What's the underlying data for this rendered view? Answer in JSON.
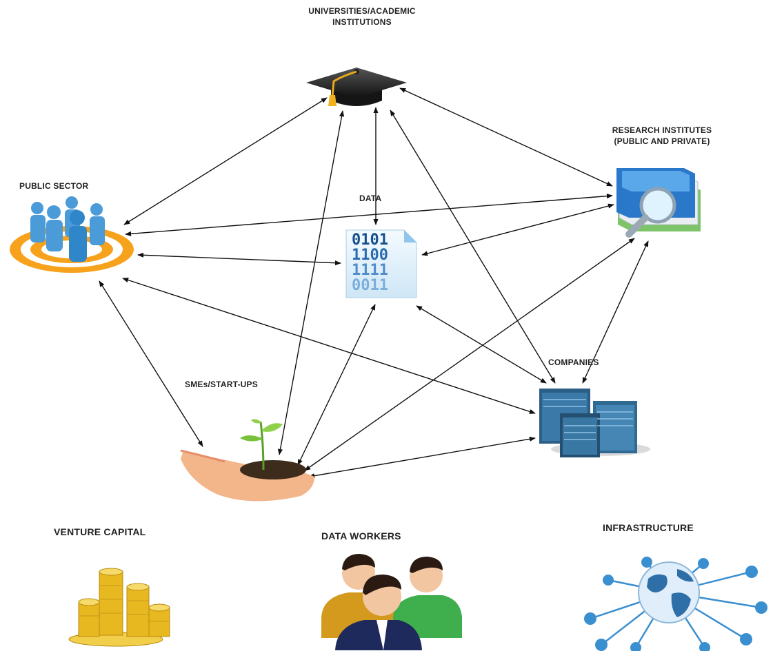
{
  "nodes": {
    "universities": {
      "label_line1": "UNIVERSITIES/ACADEMIC",
      "label_line2": "INSTITUTIONS",
      "icon": "graduation-cap-icon"
    },
    "research": {
      "label_line1": "RESEARCH INSTITUTES",
      "label_line2": "(PUBLIC AND PRIVATE)",
      "icon": "book-magnifier-icon"
    },
    "public_sector": {
      "label": "PUBLIC SECTOR",
      "icon": "people-target-icon"
    },
    "data": {
      "label": "DATA",
      "icon": "binary-file-icon",
      "binary": [
        "0101",
        "1100",
        "1111",
        "0011"
      ]
    },
    "companies": {
      "label": "COMPANIES",
      "icon": "servers-icon"
    },
    "smes": {
      "label": "SMEs/START-UPS",
      "icon": "plant-in-hand-icon"
    },
    "venture_capital": {
      "label": "VENTURE CAPITAL",
      "icon": "gold-coins-icon"
    },
    "data_workers": {
      "label": "DATA WORKERS",
      "icon": "business-people-icon"
    },
    "infrastructure": {
      "label": "INFRASTRUCTURE",
      "icon": "globe-network-icon"
    }
  },
  "connections": [
    [
      "universities",
      "public_sector"
    ],
    [
      "universities",
      "smes"
    ],
    [
      "universities",
      "data"
    ],
    [
      "universities",
      "companies"
    ],
    [
      "universities",
      "research"
    ],
    [
      "public_sector",
      "research"
    ],
    [
      "public_sector",
      "data"
    ],
    [
      "public_sector",
      "companies"
    ],
    [
      "public_sector",
      "smes"
    ],
    [
      "data",
      "research"
    ],
    [
      "data",
      "smes"
    ],
    [
      "data",
      "companies"
    ],
    [
      "research",
      "smes"
    ],
    [
      "research",
      "companies"
    ],
    [
      "smes",
      "companies"
    ]
  ]
}
